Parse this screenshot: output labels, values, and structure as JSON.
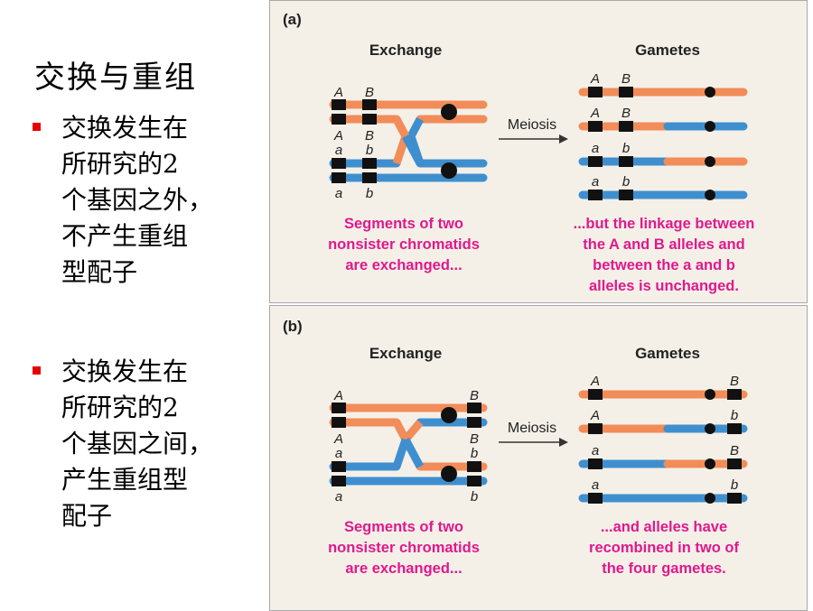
{
  "title": "交换与重组",
  "bullets": [
    {
      "text": "交换发生在\n所研究的2\n个基因之外，\n不产生重组\n型配子"
    },
    {
      "text": "交换发生在\n所研究的2\n个基因之间，\n产生重组型\n配子"
    }
  ],
  "colors": {
    "orange": "#f28c59",
    "blue": "#3f8fcf",
    "magenta": "#e0198c",
    "panel_bg": "#f4f0e8",
    "bullet": "#e60000"
  },
  "panel_a": {
    "letter": "(a)",
    "exchange_heading": "Exchange",
    "gametes_heading": "Gametes",
    "arrow_label": "Meiosis",
    "left_alleles": {
      "A1": "A",
      "B1": "B",
      "A2": "A",
      "B2": "B",
      "a1": "a",
      "b1": "b",
      "a2": "a",
      "b2": "b"
    },
    "gamete_alleles": {
      "g1a": "A",
      "g1b": "B",
      "g2a": "A",
      "g2b": "B",
      "g3a": "a",
      "g3b": "b",
      "g4a": "a",
      "g4b": "b"
    },
    "caption_left": [
      "Segments of two",
      "nonsister chromatids",
      "are exchanged..."
    ],
    "caption_right": [
      "...but the linkage between",
      "the A and B alleles and",
      "between the a and b",
      "alleles is unchanged."
    ]
  },
  "panel_b": {
    "letter": "(b)",
    "exchange_heading": "Exchange",
    "gametes_heading": "Gametes",
    "arrow_label": "Meiosis",
    "left_alleles": {
      "A1": "A",
      "B1": "B",
      "A2": "A",
      "B2": "B",
      "a1": "a",
      "b1": "b",
      "a2": "a",
      "b2": "b"
    },
    "gamete_alleles": {
      "g1a": "A",
      "g1b": "B",
      "g2a": "A",
      "g2b": "b",
      "g3a": "a",
      "g3b": "B",
      "g4a": "a",
      "g4b": "b"
    },
    "caption_left": [
      "Segments of two",
      "nonsister chromatids",
      "are exchanged..."
    ],
    "caption_right": [
      "...and alleles have",
      "recombined in two of",
      "the four gametes."
    ]
  }
}
